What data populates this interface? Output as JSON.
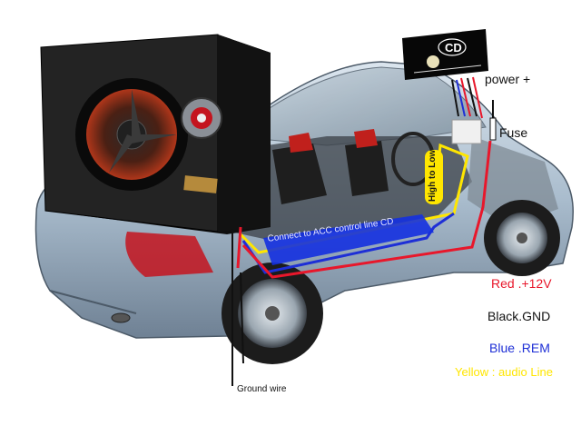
{
  "labels": {
    "power": "power +",
    "fuse": "Fuse",
    "red": "Red .+12V",
    "black": "Black.GND",
    "blue": "Blue .REM",
    "yellow": "Yellow : audio Line",
    "ground": "Ground wire",
    "cd": "CD",
    "acc": "Connect to ACC control line CD",
    "high_low": "High to Low"
  },
  "colors": {
    "red_wire": "#e8172b",
    "black_wire": "#111111",
    "blue_wire": "#1e2fd6",
    "yellow_wire": "#ffe600",
    "car_body": "#9fb1c4",
    "subwoofer_box": "#1b1b1b"
  }
}
